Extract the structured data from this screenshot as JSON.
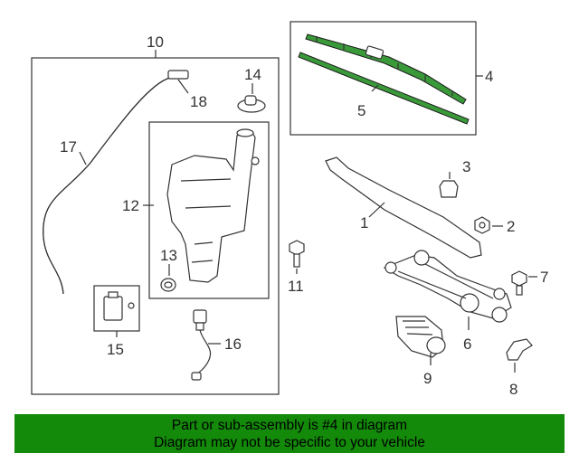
{
  "callouts": {
    "n1": "1",
    "n2": "2",
    "n3": "3",
    "n4": "4",
    "n5": "5",
    "n6": "6",
    "n7": "7",
    "n8": "8",
    "n9": "9",
    "n10": "10",
    "n11": "11",
    "n12": "12",
    "n13": "13",
    "n14": "14",
    "n15": "15",
    "n16": "16",
    "n17": "17",
    "n18": "18"
  },
  "banner": {
    "line1": "Part or sub-assembly is #4 in diagram",
    "line2": "Diagram may not be specific to your vehicle"
  },
  "colors": {
    "highlight": "#3a9a3a",
    "banner_bg": "#138a0a",
    "line": "#333333"
  }
}
